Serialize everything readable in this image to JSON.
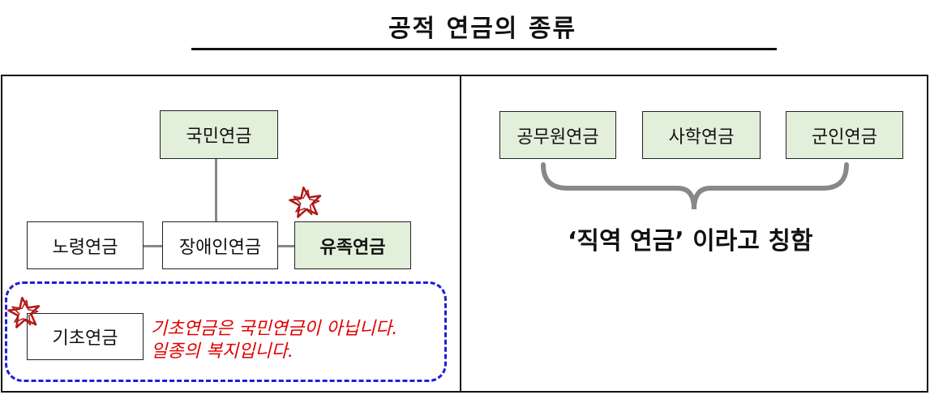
{
  "title": "공적 연금의 종류",
  "left_panel": {
    "national": "국민연금",
    "old_age": "노령연금",
    "disability": "장애인연금",
    "survivor": "유족연금",
    "basic": "기초연금",
    "note_line1": "기초연금은 국민연금이 아닙니다.",
    "note_line2": "일종의 복지입니다."
  },
  "right_panel": {
    "civil_servant": "공무원연금",
    "private_school": "사학연금",
    "military": "군인연금",
    "caption": "‘직역 연금’ 이라고 칭함"
  },
  "colors": {
    "box_green": "#e2efda",
    "dashed_border": "#1f1fd6",
    "note_red": "#e00000",
    "star_red": "#b01818",
    "connector_gray": "#888888"
  },
  "icons": [
    "star-icon"
  ]
}
